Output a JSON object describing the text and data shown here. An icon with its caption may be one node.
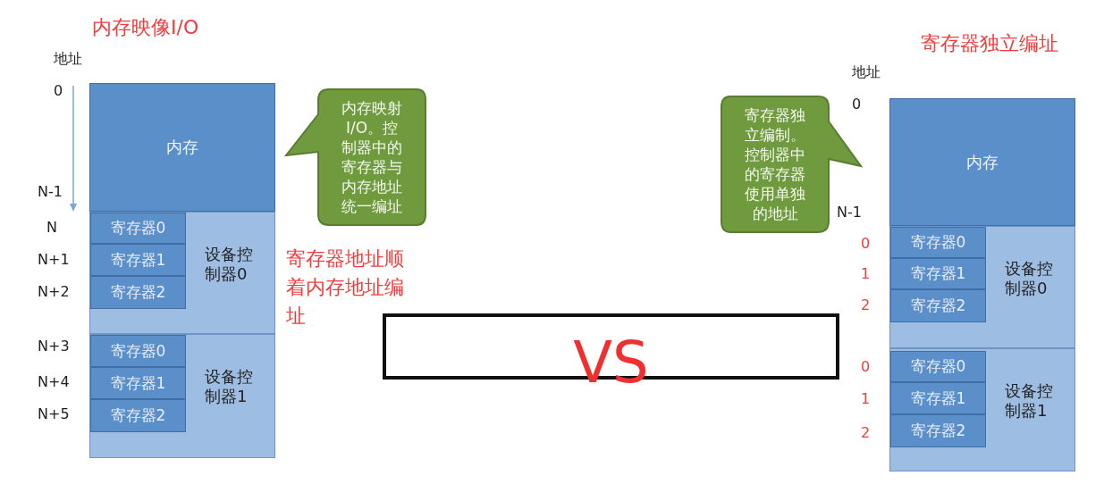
{
  "diagram": {
    "nodes": [
      {
        "text": [
          "内存"
        ]
      },
      {
        "text": [
          "设备控制器0"
        ]
      },
      {
        "text": [
          "寄存器0"
        ],
        "in": 1
      },
      {
        "text": [
          "寄存器1"
        ],
        "in": 1
      },
      {
        "text": [
          "寄存器2"
        ],
        "in": 1
      },
      {
        "text": [
          "设备控制器1"
        ]
      },
      {
        "text": [
          "寄存器0"
        ],
        "in": 5
      },
      {
        "text": [
          "寄存器1"
        ],
        "in": 5
      },
      {
        "text": [
          "寄存器2"
        ],
        "in": 5
      },
      {
        "text": [
          "内存映射I/O。控制器中的寄存器与内存地址统一编址"
        ]
      },
      {
        "text": [
          "VS"
        ]
      },
      {
        "text": [
          "寄存器独立编制。控制器中的寄存器使用单独的地址"
        ]
      },
      {
        "text": [
          "内存"
        ]
      },
      {
        "text": [
          "设备控制器0"
        ]
      },
      {
        "text": [
          "寄存器0"
        ],
        "in": 13
      },
      {
        "text": [
          "寄存器1"
        ],
        "in": 13
      },
      {
        "text": [
          "寄存器2"
        ],
        "in": 13
      },
      {
        "text": [
          "设备控制器1"
        ]
      },
      {
        "text": [
          "寄存器0"
        ],
        "in": 17
      },
      {
        "text": [
          "寄存器1"
        ],
        "in": 17
      },
      {
        "text": [
          "寄存器2"
        ],
        "in": 17
      }
    ],
    "labels": [
      "内存映像I/O",
      "地址",
      "0",
      "N-1",
      "N",
      "N+1",
      "N+2",
      "寄存器地址顺着内存地址编址",
      "N+3",
      "N+4",
      "N+5",
      "寄存器独立编址",
      "地址",
      "0",
      "N-1",
      "0",
      "1",
      "2",
      "0",
      "1",
      "2"
    ]
  }
}
